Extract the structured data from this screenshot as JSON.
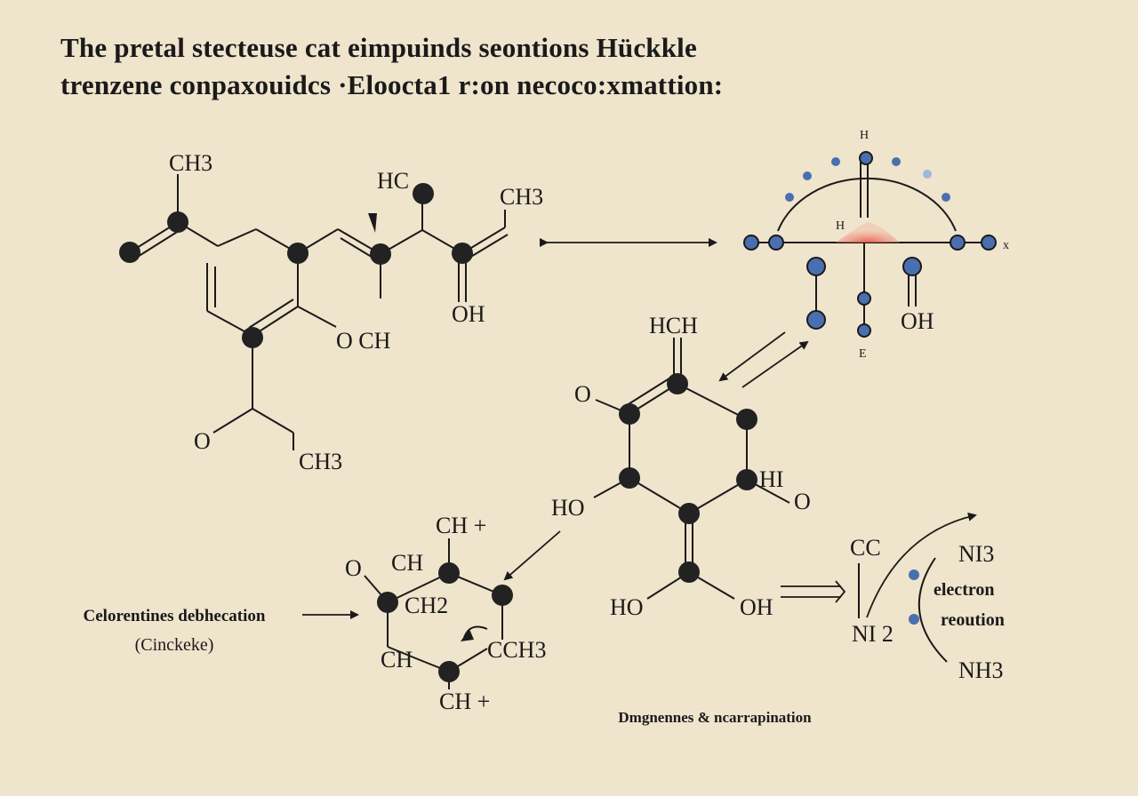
{
  "title": {
    "line1": "The pretal stecteuse cat eimpuinds seontions Hückkle",
    "line2": "trenzene conpaxouidcs ·Eloocta1 r:on necoco:xmattion:"
  },
  "molecule_a": {
    "ch3_top": "CH3",
    "hc": "HC",
    "ch3_right": "CH3",
    "och": "O CH",
    "oh": "OH",
    "o_low": "O",
    "ch3_low": "CH3"
  },
  "orbital": {
    "h_top": "H",
    "h_mid": "H",
    "x_right": "x",
    "oh": "OH",
    "e": "E"
  },
  "molecule_b": {
    "hch": "HCH",
    "o_left": "O",
    "ho_left": "HO",
    "hi": "HI",
    "o_right": "O",
    "ho_bottom": "HO",
    "oh_bottom": "OH"
  },
  "molecule_c": {
    "ch_plus_top": "CH +",
    "ch": "CH",
    "o": "O",
    "ch2": "CH2",
    "cch3": "CCH3",
    "ch_left": "CH",
    "ch_plus_bottom": "CH +"
  },
  "captions": {
    "left_line1": "Celorentines debhecation",
    "left_line2": "(Cinckeke)",
    "bottom": "Dmgnennes & ncarrapination"
  },
  "reaction": {
    "cc": "CC",
    "ni2": "NI 2",
    "ni3": "NI3",
    "electron": "electron",
    "reoution": "reoution",
    "nh3": "NH3"
  },
  "colors": {
    "background": "#efe4cc",
    "ink": "#1a1a1a",
    "atom_dark": "#222222",
    "atom_blue": "#4a6fb0",
    "atom_blue_light": "#9fb8d8",
    "highlight_red": "#e8584a"
  }
}
